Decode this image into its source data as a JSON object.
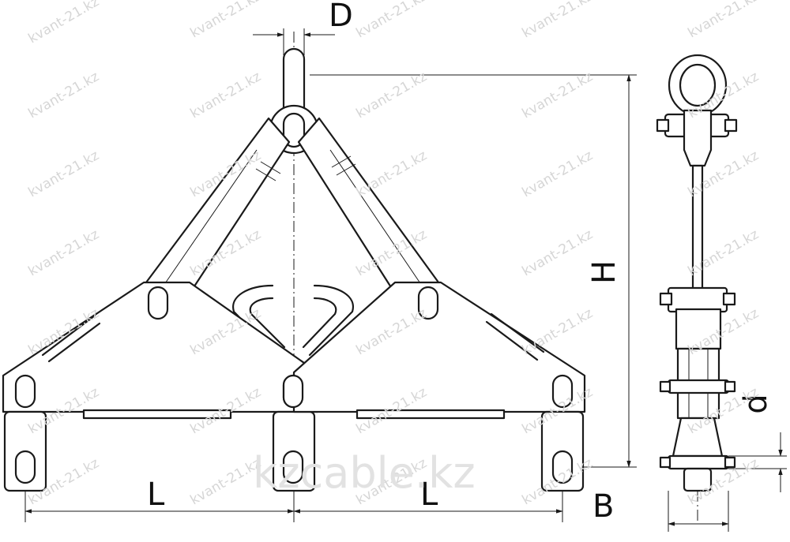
{
  "dimensions": {
    "D": "D",
    "H": "H",
    "L_left": "L",
    "L_right": "L",
    "B": "B",
    "d": "d"
  },
  "watermark_small": "kvant-21.kz",
  "watermark_large": "kzcable.kz"
}
